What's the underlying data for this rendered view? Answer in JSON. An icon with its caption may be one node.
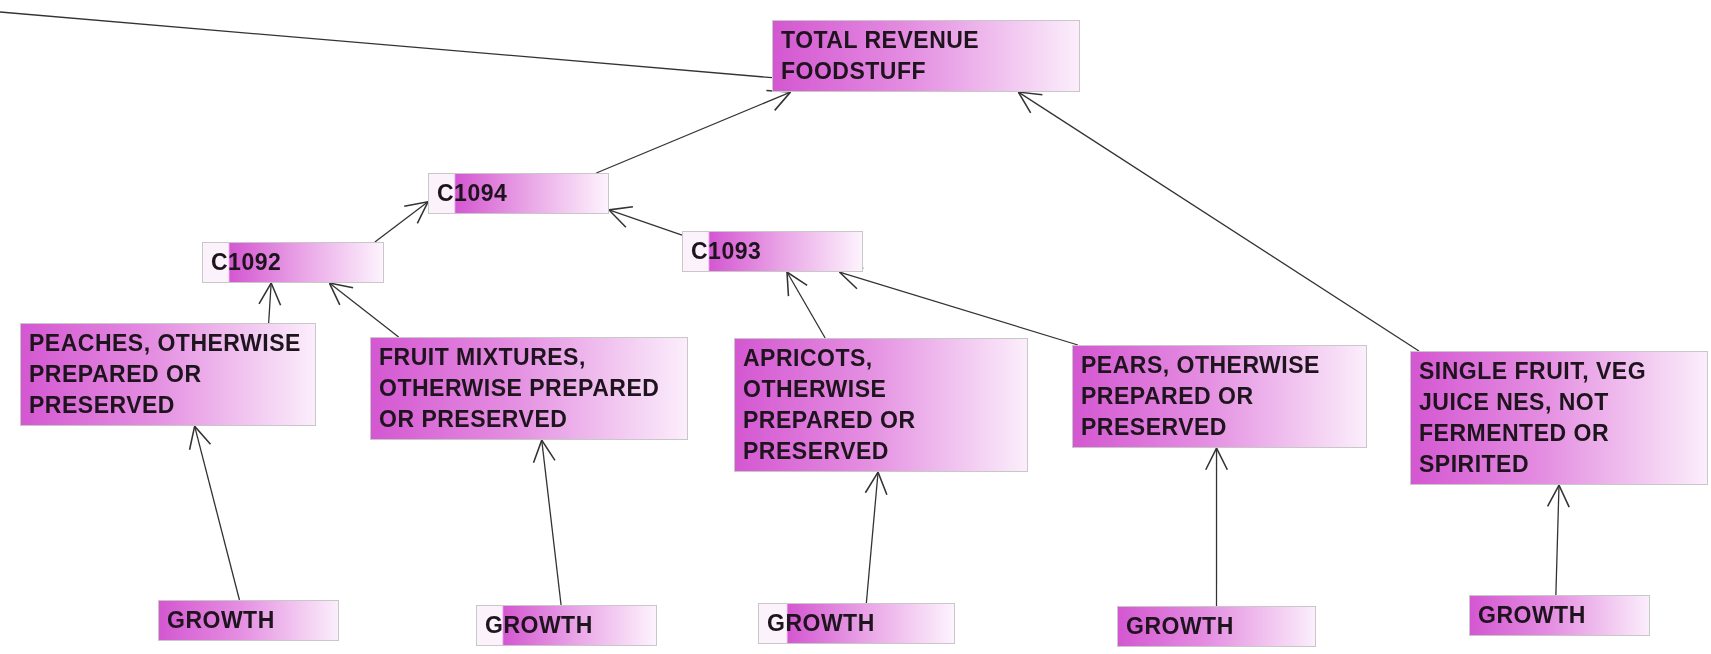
{
  "diagram": {
    "nodes": [
      {
        "text": [
          "TOTAL REVENUE FOODSTUFF"
        ]
      },
      {
        "text": [
          "C1094"
        ]
      },
      {
        "text": [
          "C1092"
        ]
      },
      {
        "text": [
          "C1093"
        ]
      },
      {
        "text": [
          "PEACHES, OTHERWISE PREPARED OR PRESERVED"
        ]
      },
      {
        "text": [
          "FRUIT MIXTURES, OTHERWISE PREPARED OR PRESERVED"
        ]
      },
      {
        "text": [
          "APRICOTS, OTHERWISE PREPARED OR PRESERVED"
        ]
      },
      {
        "text": [
          "PEARS, OTHERWISE PREPARED OR PRESERVED"
        ]
      },
      {
        "text": [
          "SINGLE FRUIT, VEG JUICE NES, NOT FERMENTED OR SPIRITED"
        ]
      },
      {
        "text": [
          "GROWTH"
        ]
      },
      {
        "text": [
          "GROWTH"
        ]
      },
      {
        "text": [
          "GROWTH"
        ]
      },
      {
        "text": [
          "GROWTH"
        ]
      },
      {
        "text": [
          "GROWTH"
        ]
      }
    ],
    "edges": [
      {
        "from": null,
        "to": 0,
        "arrow": "none"
      },
      {
        "from": 1,
        "to": 0,
        "arrow": "to"
      },
      {
        "from": 8,
        "to": 0,
        "arrow": "to"
      },
      {
        "from": 2,
        "to": 1,
        "arrow": "to"
      },
      {
        "from": 3,
        "to": 1,
        "arrow": "to"
      },
      {
        "from": 4,
        "to": 2,
        "arrow": "to"
      },
      {
        "from": 5,
        "to": 2,
        "arrow": "to"
      },
      {
        "from": 6,
        "to": 3,
        "arrow": "to"
      },
      {
        "from": 7,
        "to": 3,
        "arrow": "to"
      },
      {
        "from": 9,
        "to": 4,
        "arrow": "to"
      },
      {
        "from": 10,
        "to": 5,
        "arrow": "to"
      },
      {
        "from": 11,
        "to": 6,
        "arrow": "to"
      },
      {
        "from": 12,
        "to": 7,
        "arrow": "to"
      },
      {
        "from": 13,
        "to": 8,
        "arrow": "to"
      }
    ]
  }
}
